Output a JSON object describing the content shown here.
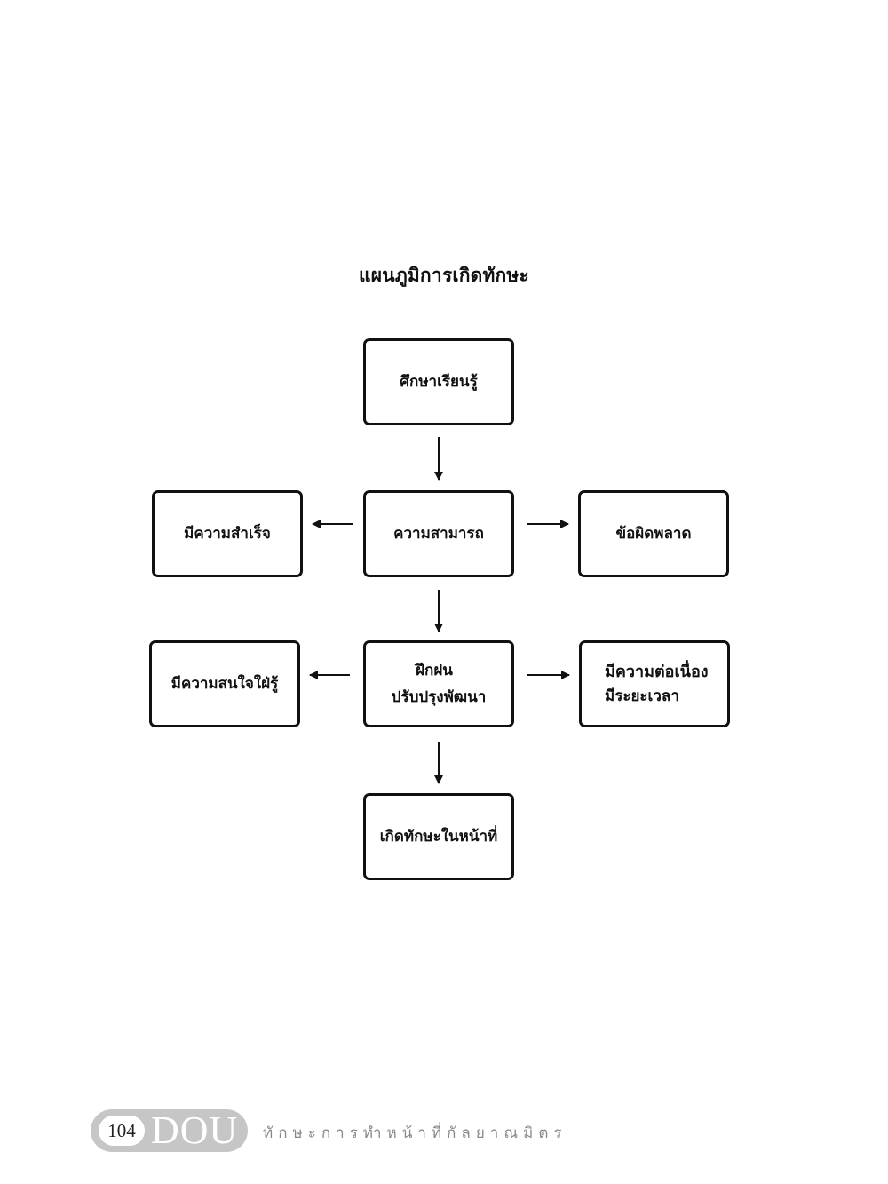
{
  "diagram": {
    "title": "แผนภูมิการเกิดทักษะ",
    "nodes": {
      "study": "ศึกษาเรียนรู้",
      "ability": "ความสามารถ",
      "success": "มีความสำเร็จ",
      "mistake": "ข้อผิดพลาด",
      "practice_line1": "ฝึกฝน",
      "practice_line2": "ปรับปรุงพัฒนา",
      "eager": "มีความสนใจใฝ่รู้",
      "continuity_line1": "มีความต่อเนื่อง",
      "continuity_line2": "มีระยะเวลา",
      "skill": "เกิดทักษะในหน้าที่"
    },
    "edges": [
      {
        "from": "study",
        "to": "ability"
      },
      {
        "from": "ability",
        "to": "success"
      },
      {
        "from": "ability",
        "to": "mistake"
      },
      {
        "from": "ability",
        "to": "practice"
      },
      {
        "from": "practice",
        "to": "eager"
      },
      {
        "from": "practice",
        "to": "continuity"
      },
      {
        "from": "practice",
        "to": "skill"
      }
    ]
  },
  "footer": {
    "page_number": "104",
    "brand": "DOU",
    "running_title": "ทักษะการทำหน้าที่กัลยาณมิตร"
  }
}
